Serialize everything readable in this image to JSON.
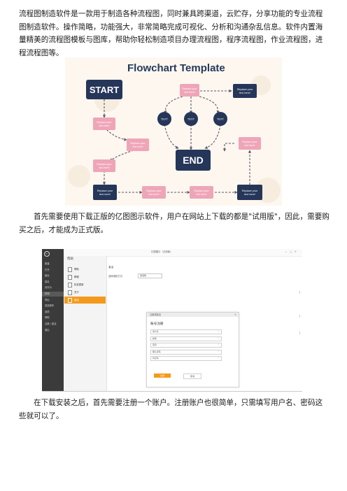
{
  "paragraphs": {
    "p1": "流程图制造软件是一款用于制造各种流程图，同时兼具跨渠道，云贮存，分享功能的专业流程图制造软件。操作简略，功能强大，非常简略完成可视化、分析和沟通杂乱信息。软件内置海量精美的流程图模板与图库，帮助你轻松制造项目办理流程图，程序流程图，作业流程图，进程流程图等。",
    "p2": "首先需要使用下载正版的亿图图示软件，用户在网站上下载的都是\"试用版\"，因此，需要购买之后，才能成为正式版。",
    "p3": "在下载安装之后，首先需要注册一个账户。注册账户也很简单，只需填写用户名、密码这些就可以了。"
  },
  "flowchart": {
    "title": "Flowchart Template",
    "start": "START",
    "end": "END",
    "text_label": "TEXT",
    "placeholder_line1": "Replace your",
    "placeholder_line2": "text here!",
    "colors": {
      "bg": "#fdf7ef",
      "title": "#243a5e",
      "dark": "#253659",
      "pink": "#efa5b8",
      "line": "#5a5a6a"
    }
  },
  "screenshot": {
    "window_title": "亿图图示（试用版）",
    "window_controls": "— □ ✕",
    "back_icon": "←",
    "sidebar_items": [
      "新建",
      "打开",
      "最近",
      "保存",
      "另存为",
      "打印",
      "导出",
      "发送邮件",
      "选项",
      "帮助",
      "注册 / 激活",
      "退出"
    ],
    "sidebar_active": 5,
    "sub_header": "帮助",
    "sub_items": [
      "帮助",
      "教程",
      "检查更新",
      "关于",
      "激活"
    ],
    "sub_active": 4,
    "content_title": "激活",
    "content_label": "选择授权方式：",
    "content_select": "激活码",
    "dialog": {
      "bar_title": "注册或激活",
      "close": "✕",
      "heading": "账号注册",
      "fields": [
        "用户名",
        "邮箱",
        "密码",
        "确认密码",
        "验证码"
      ],
      "ok": "注册",
      "cancel": "取消"
    },
    "colors": {
      "sidebar": "#3b3b3b",
      "accent": "#f39a1e"
    }
  }
}
